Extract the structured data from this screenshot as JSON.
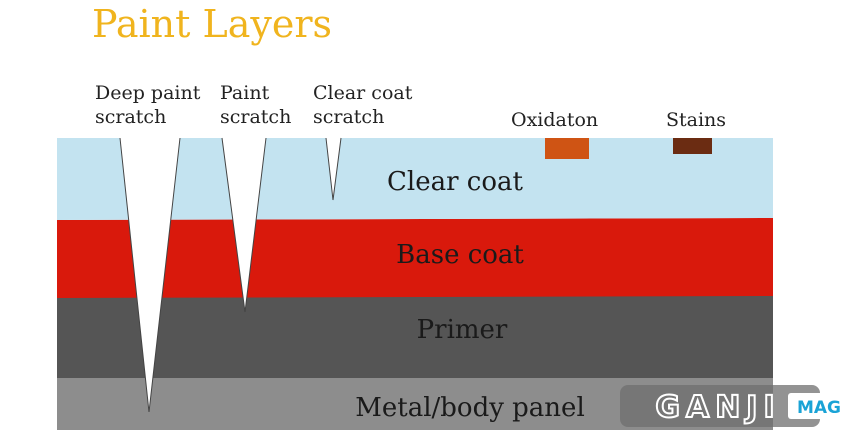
{
  "title": "Paint Layers",
  "labels": {
    "deep_scratch": [
      "Deep paint",
      "scratch"
    ],
    "paint_scratch": [
      "Paint",
      "scratch"
    ],
    "clear_scratch": [
      "Clear coat",
      "scratch"
    ],
    "oxidation": "Oxidaton",
    "stains": "Stains"
  },
  "layers": [
    {
      "name": "Clear coat",
      "color": "#c3e3f0"
    },
    {
      "name": "Base coat",
      "color": "#d9190c"
    },
    {
      "name": "Primer",
      "color": "#555555"
    },
    {
      "name": "Metal/body panel",
      "color": "#8d8d8d"
    }
  ],
  "spot_colors": {
    "oxidation": "#cf5414",
    "stains": "#6b2c12"
  },
  "watermark": {
    "text": "GANJI",
    "badge": "MAG"
  }
}
